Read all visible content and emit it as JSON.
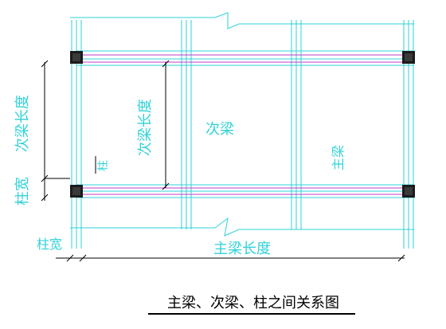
{
  "labels": {
    "main_beam_length_bottom": "主梁长度",
    "secondary_beam_length_left": "次梁长度",
    "secondary_beam_length_mid": "次梁长度",
    "secondary_beam": "次梁",
    "main_beam": "主梁",
    "column_width": "柱宽",
    "column_width_bottom": "柱宽",
    "column_mark_middle": "柱"
  },
  "caption": "主梁、次梁、柱之间关系图",
  "colors": {
    "line": "#2fd2d8",
    "centerline": "#c23fc6",
    "column": "#000000",
    "caption": "#000000"
  }
}
